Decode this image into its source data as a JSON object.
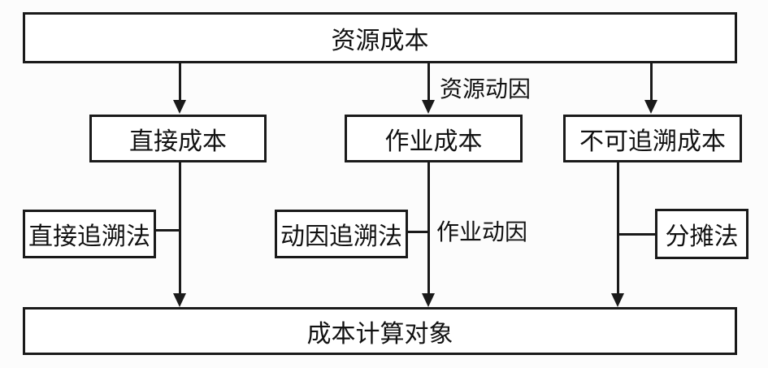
{
  "nodes": {
    "resource_cost": "资源成本",
    "direct_cost": "直接成本",
    "activity_cost": "作业成本",
    "untraceable_cost": "不可追溯成本",
    "direct_tracing_method": "直接追溯法",
    "driver_tracing_method": "动因追溯法",
    "allocation_method": "分摊法",
    "cost_object": "成本计算对象"
  },
  "edge_labels": {
    "resource_driver": "资源动因",
    "activity_driver": "作业动因"
  },
  "colors": {
    "line": "#1a1a1a",
    "background": "#fcfcfc",
    "box_fill": "#ffffff"
  }
}
